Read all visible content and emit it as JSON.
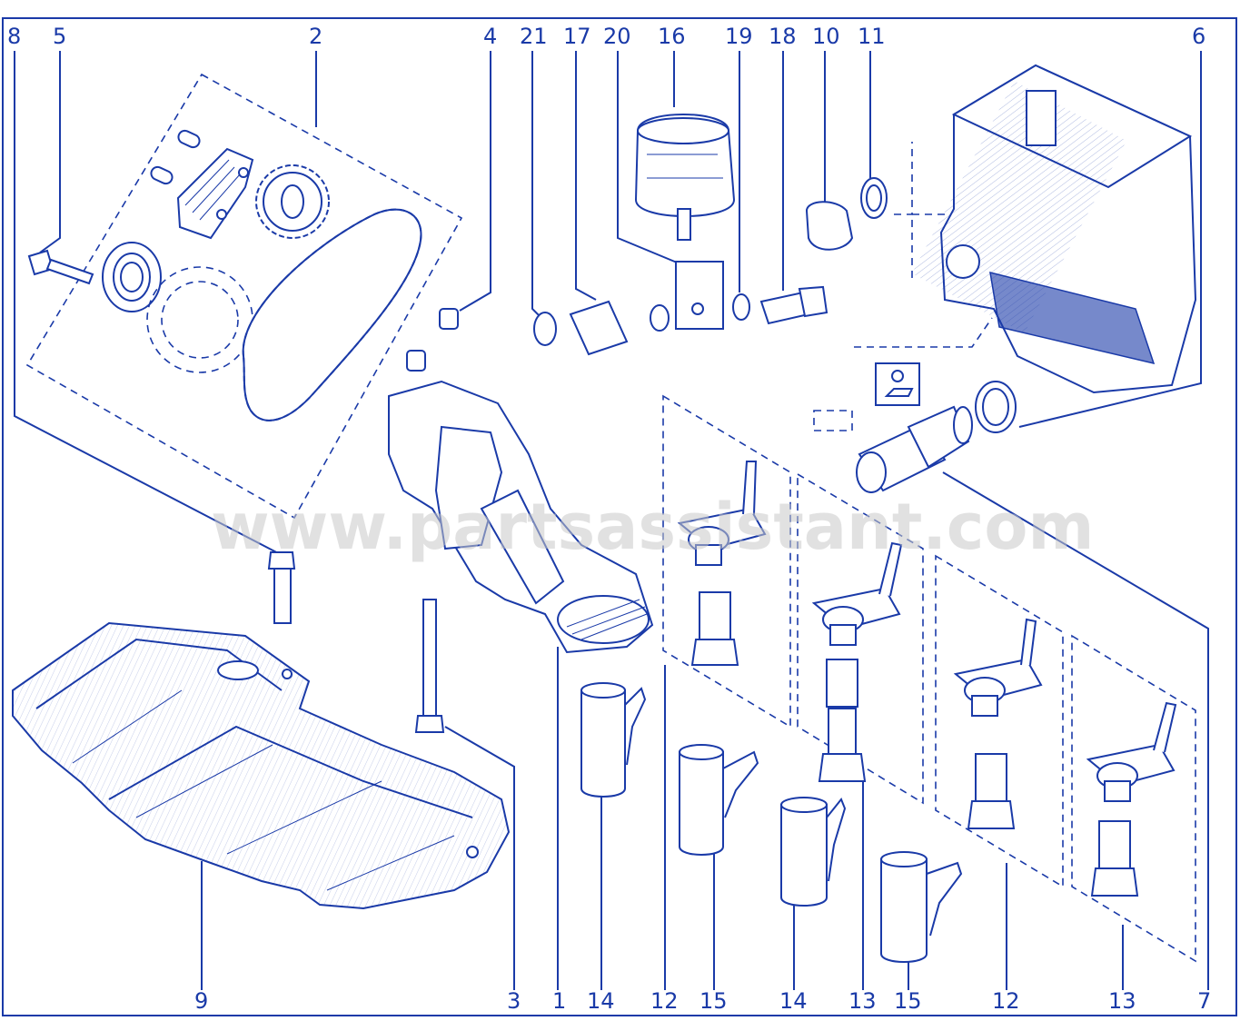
{
  "watermark": "www.partsassistant.com",
  "callouts_top": [
    "8",
    "5",
    "2",
    "4",
    "21",
    "17",
    "20",
    "16",
    "19",
    "18",
    "10",
    "11",
    "6"
  ],
  "callouts_bottom": [
    "9",
    "3",
    "1",
    "14",
    "12",
    "15",
    "14",
    "13",
    "15",
    "12",
    "13",
    "7"
  ],
  "colors": {
    "ink": "#1a3aa8",
    "background": "#ffffff",
    "watermark": "#c8c8c8"
  },
  "icons": [
    "oil-pressure-warning-icon"
  ]
}
